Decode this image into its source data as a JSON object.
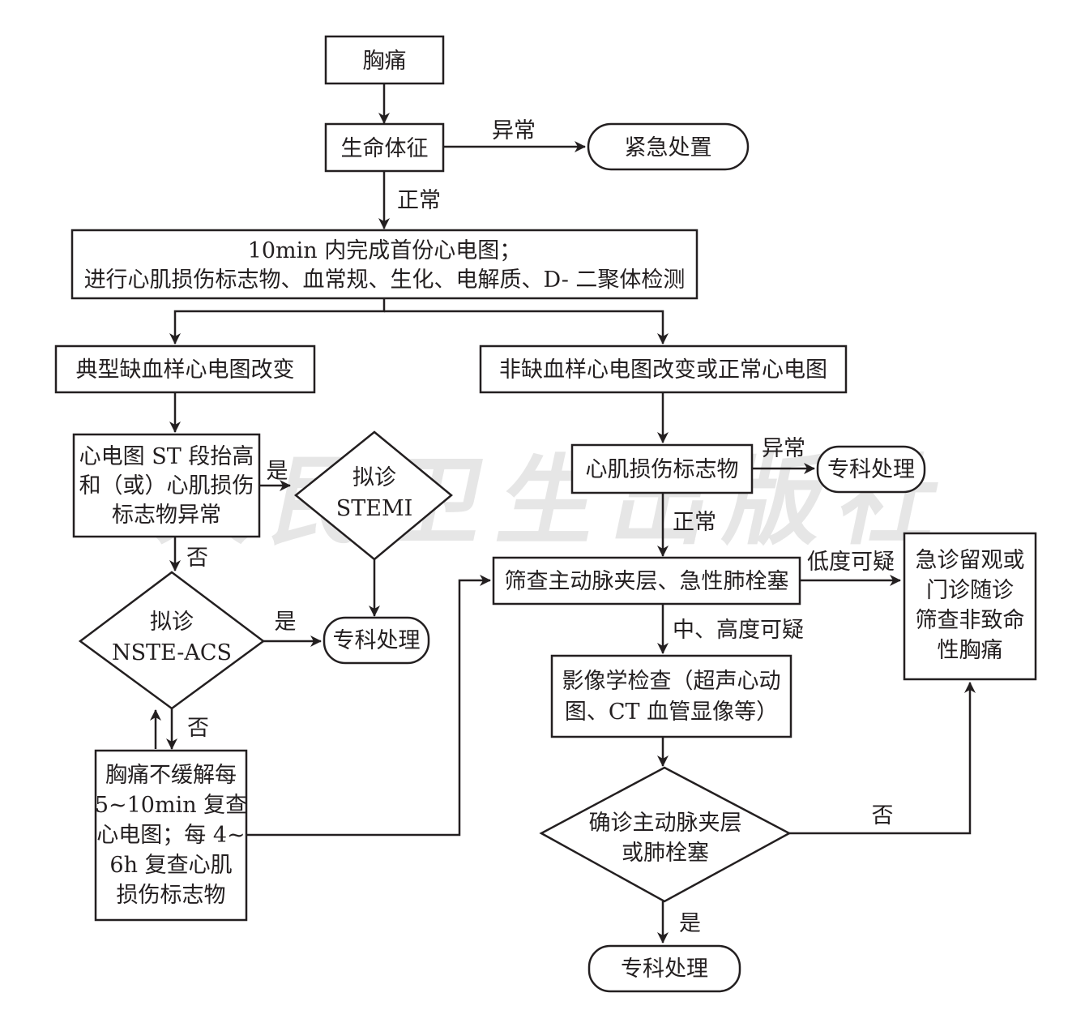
{
  "watermark": "人民卫生出版社",
  "nodes": {
    "chest_pain": "胸痛",
    "vital_signs": "生命体征",
    "emergency": "紧急处置",
    "ecg_tests": [
      "10min 内完成首份心电图；",
      "进行心肌损伤标志物、血常规、生化、电解质、D- 二聚体检测"
    ],
    "typical_ischemic": "典型缺血样心电图改变",
    "non_ischemic": "非缺血样心电图改变或正常心电图",
    "st_elevation": [
      "心电图 ST 段抬高",
      "和（或）心肌损伤",
      "标志物异常"
    ],
    "stemi": [
      "拟诊",
      "STEMI"
    ],
    "nste_acs": [
      "拟诊",
      "NSTE-ACS"
    ],
    "specialist_1": "专科处理",
    "recheck": [
      "胸痛不缓解每",
      "5~10min 复查",
      "心电图；每 4~",
      "6h 复查心肌",
      "损伤标志物"
    ],
    "myocardial_markers": "心肌损伤标志物",
    "specialist_2": "专科处理",
    "screen_aortic": "筛查主动脉夹层、急性肺栓塞",
    "observe": [
      "急诊留观或",
      "门诊随诊",
      "筛查非致命",
      "性胸痛"
    ],
    "imaging": [
      "影像学检查（超声心动",
      "图、CT 血管显像等）"
    ],
    "confirm": [
      "确诊主动脉夹层",
      "或肺栓塞"
    ],
    "specialist_3": "专科处理"
  },
  "edge_labels": {
    "vital_abnormal": "异常",
    "vital_normal": "正常",
    "st_yes": "是",
    "st_no": "否",
    "nste_yes": "是",
    "nste_no": "否",
    "markers_abnormal": "异常",
    "markers_normal": "正常",
    "low_suspicion": "低度可疑",
    "mid_high_suspicion": "中、高度可疑",
    "confirm_no": "否",
    "confirm_yes": "是"
  }
}
